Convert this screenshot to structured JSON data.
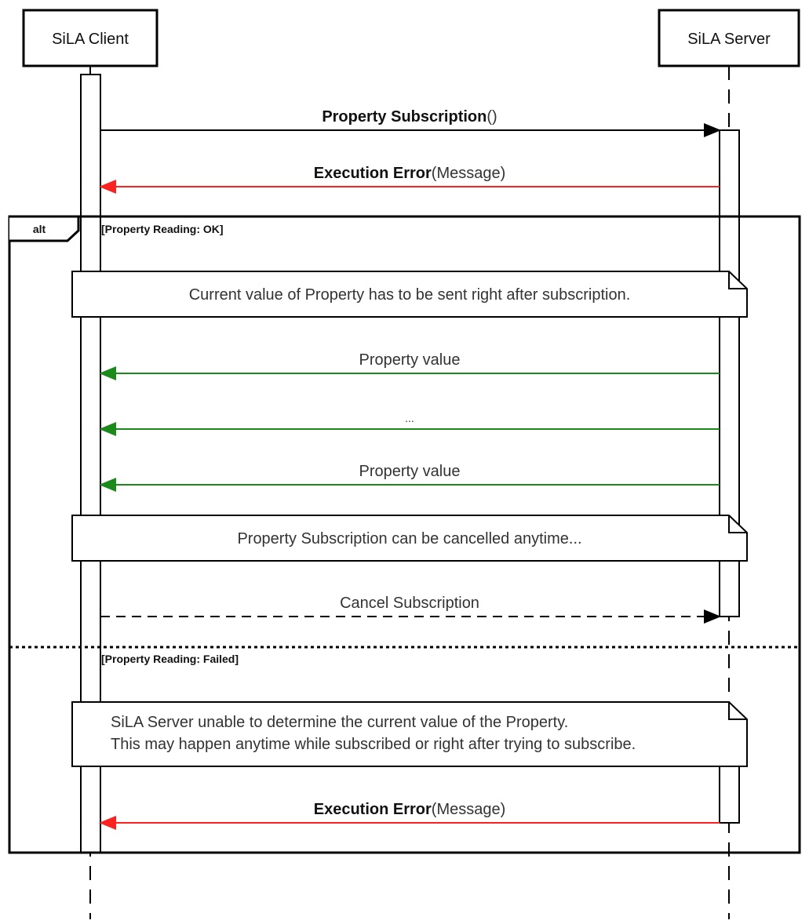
{
  "actors": {
    "client": "SiLA Client",
    "server": "SiLA Server"
  },
  "messages": {
    "subscribe": {
      "bold": "Property Subscription",
      "rest": "()"
    },
    "error_top": {
      "bold": "Execution Error",
      "rest": "(Message)"
    },
    "value_1": "Property value",
    "ellipsis": "...",
    "value_2": "Property value",
    "cancel": "Cancel Subscription",
    "error_bottom": {
      "bold": "Execution Error",
      "rest": "(Message)"
    }
  },
  "frame": {
    "tag": "alt",
    "guard_ok": "[Property Reading: OK]",
    "guard_failed": "[Property Reading: Failed]"
  },
  "notes": {
    "note_1": "Current value of Property has to be sent right after subscription.",
    "note_2": "Property Subscription can be cancelled anytime...",
    "note_3": {
      "line1": "SiLA Server unable to determine the current value of the Property.",
      "line2": "This may happen anytime while subscribed or right after trying to subscribe."
    }
  },
  "colors": {
    "error_arrow": "#ff2020",
    "value_arrow": "#1a8a1a",
    "line": "#000000"
  }
}
